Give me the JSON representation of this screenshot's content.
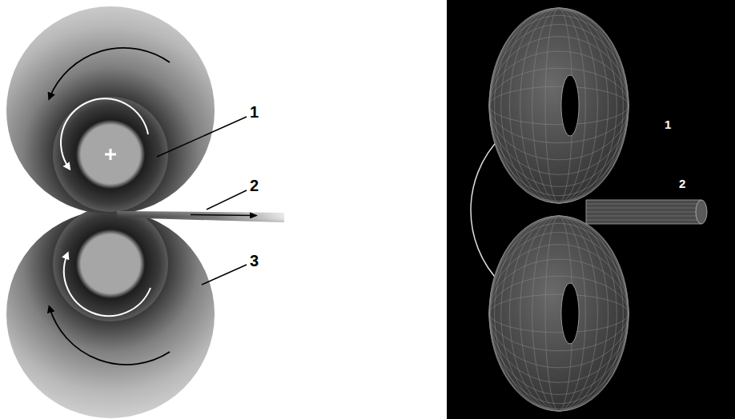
{
  "diagram": {
    "labels": [
      "1",
      "2",
      "3",
      "1",
      "2"
    ]
  }
}
